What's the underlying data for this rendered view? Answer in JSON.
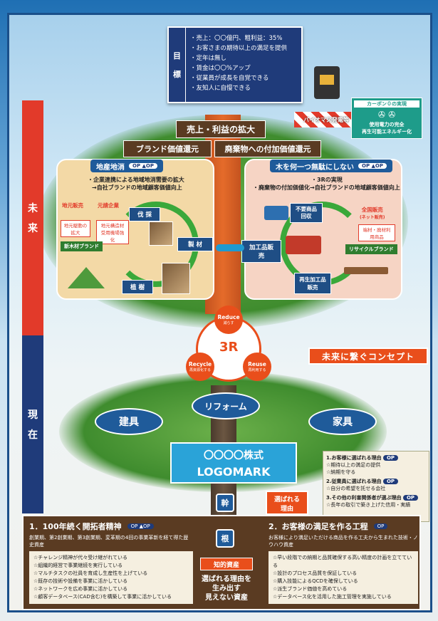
{
  "goal": {
    "label": [
      "目",
      "標"
    ],
    "items": [
      "売上：〇〇億円、粗利益：35%",
      "お客さまの期待以上の満足を提供",
      "定年は無し",
      "賃金は〇〇%アップ",
      "従業員が成長を自覚できる",
      "友知人に自慢できる"
    ]
  },
  "sidebar": {
    "future": [
      "未",
      "来"
    ],
    "present": [
      "現",
      "在"
    ]
  },
  "banners": {
    "sales": "売上・利益の拡大",
    "brand": "ブランド価値還元",
    "waste": "廃棄物への付加価値還元"
  },
  "biomass": "バイオマス発電等",
  "carbon": {
    "title": "カーボン０の実現",
    "line1": "使用電力の完全",
    "line2": "再生可能エネルギー化"
  },
  "left_panel": {
    "title": "地産地消",
    "badge": "OP ▲OP",
    "text1": "・企業連携による地域地消需要の拡大",
    "text2": "→自社ブランドの地域顧客価値向上",
    "logging": "伐 採",
    "planting": "植 樹",
    "lumber": "製 材",
    "sale_local": "地元販売",
    "local_company": "元請企業",
    "sub1": "地元駆動の拡大",
    "sub2": "地元構造材受用機場強化",
    "brand": "新木材ブランド"
  },
  "right_panel": {
    "title": "木を何一つ無駄にしない",
    "badge": "OP ▲OP",
    "text1": "・3Rの実現",
    "text2": "・廃棄物の付加価値化→自社ブランドの地域顧客価値向上",
    "collect": "不要商品回収",
    "nationwide": "全国販売",
    "nationwide_sub": "(ネット販売)",
    "usable": "端材・廃材利用商品",
    "processed": "加工品販売",
    "recycle_brand": "リサイクルブランド",
    "reprocessed": "再生加工品販売"
  },
  "three_r": {
    "center": "3R",
    "reduce": "Reduce",
    "reduce_sub": "減らす",
    "reuse": "Reuse",
    "reuse_sub": "再利用する",
    "recycle": "Recycle",
    "recycle_sub": "再資源化する"
  },
  "concept": "未来に繋ぐコンセプト",
  "ovals": {
    "tategu": "建具",
    "reform": "リフォーム",
    "kagu": "家具"
  },
  "logo": {
    "company": "〇〇〇〇株式",
    "mark": "LOGOMARK"
  },
  "trunk_label": "幹",
  "root_label": "根",
  "select_reason": {
    "line1": "選ばれる",
    "line2": "理由"
  },
  "reasons": [
    {
      "head": "1.お客様に選ばれる理由",
      "badge": "OP",
      "items": [
        "☆期待以上の満足の提供",
        "☆納期を守る"
      ]
    },
    {
      "head": "2.従業員に選ばれる理由",
      "badge": "OP",
      "items": [
        "☆自分の希望を託せる会社"
      ]
    },
    {
      "head": "3.その他の利害関係者が選ぶ理由",
      "badge": "OP",
      "items": [
        "☆長年の取引で築き上げた信用・実績"
      ]
    }
  ],
  "bottom": {
    "left_title": "1．100年続く開拓者精神",
    "left_badge": "OP ▲OP",
    "left_sub": "創業期、第2創業期、第3創業期、変革期の4回の事業革新を経て得た歴史資産",
    "left_items": [
      "☆チャレンジ精神が代々受け継がれている",
      "☆組織的経営で事業継続を実行している",
      "☆マルチタスクの社員を育成し生産性を上げている",
      "☆既存の技術や設備を事業に活かしている",
      "☆ネットワークを広め事業に活かしている",
      "☆顧客データベース(CAD含む)を構築して事業に活かしている"
    ],
    "right_title": "2．お客様の満足を作る工程",
    "right_badge": "OP",
    "right_sub": "お客様により満足いただける商品を作る工夫から生まれた技術・ノウハウ資産",
    "right_items": [
      "☆早い段階での納期と品質確保する高い精度の計画を立てている",
      "☆設計のプロセス品質を保証している",
      "☆購入技能によるQCDを確保している",
      "☆派生ブランド価値を高めている",
      "☆データベース化を活用した施工管理を実施している"
    ],
    "center_tag": "知的資産",
    "center_note": [
      "選ばれる理由を",
      "生み出す",
      "見えない資産"
    ]
  }
}
